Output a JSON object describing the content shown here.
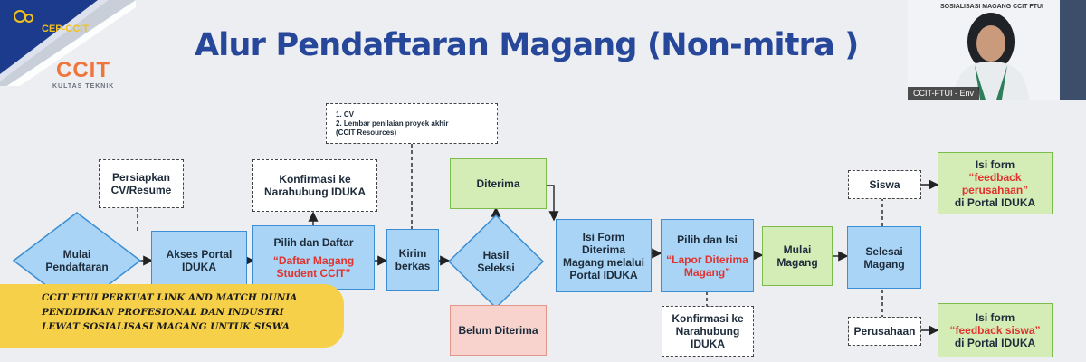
{
  "logo": {
    "badge_text": "CEP-CCIT",
    "brand_text": "CCIT",
    "subtitle": "KULTAS TEKNIK"
  },
  "slide": {
    "title": "Alur Pendaftaran Magang (Non-mitra )"
  },
  "webcam": {
    "banner": "SOSIALISASI MAGANG CCIT FTUI",
    "label": "CCIT-FTUI - Env"
  },
  "flow": {
    "mulai_pendaftaran": "Mulai Pendaftaran",
    "persiapkan_cv": "Persiapkan CV/Resume",
    "akses_portal": "Akses Portal IDUKA",
    "konfirmasi_top": "Konfirmasi ke Narahubung IDUKA",
    "pilih_daftar_title": "Pilih dan Daftar",
    "pilih_daftar_quote": "“Daftar Magang Student CCIT”",
    "notes": [
      "1. CV",
      "2. Lembar penilaian proyek akhir",
      "(CCIT Resources)"
    ],
    "kirim_berkas": "Kirim berkas",
    "hasil_seleksi": "Hasil Seleksi",
    "diterima": "Diterima",
    "belum_diterima": "Belum Diterima",
    "isi_form_diterima": "Isi Form Diterima Magang melalui Portal IDUKA",
    "pilih_isi_title": "Pilih dan Isi",
    "pilih_isi_quote": "“Lapor Diterima Magang”",
    "konfirmasi_bottom": "Konfirmasi ke Narahubung IDUKA",
    "mulai_magang": "Mulai Magang",
    "selesai_magang": "Selesai Magang",
    "siswa": "Siswa",
    "perusahaan": "Perusahaan",
    "form_perusahaan_pre": "Isi form",
    "form_perusahaan_quote": "“feedback perusahaan”",
    "form_perusahaan_post": "di Portal IDUKA",
    "form_siswa_pre": "Isi form",
    "form_siswa_quote": "“feedback siswa”",
    "form_siswa_post": "di Portal IDUKA"
  },
  "caption": {
    "lines": [
      "CCIT FTUI PERKUAT LINK AND MATCH DUNIA",
      "PENDIDIKAN PROFESIONAL DAN INDUSTRI",
      "LEWAT SOSIALISASI MAGANG UNTUK SISWA"
    ]
  },
  "colors": {
    "title": "#27479a",
    "process_blue": "#a9d4f5",
    "accepted_green": "#d4ecb6",
    "rejected_pink": "#f8d2cc",
    "highlight_red": "#e0322e",
    "caption_yellow": "#f7d04a"
  }
}
